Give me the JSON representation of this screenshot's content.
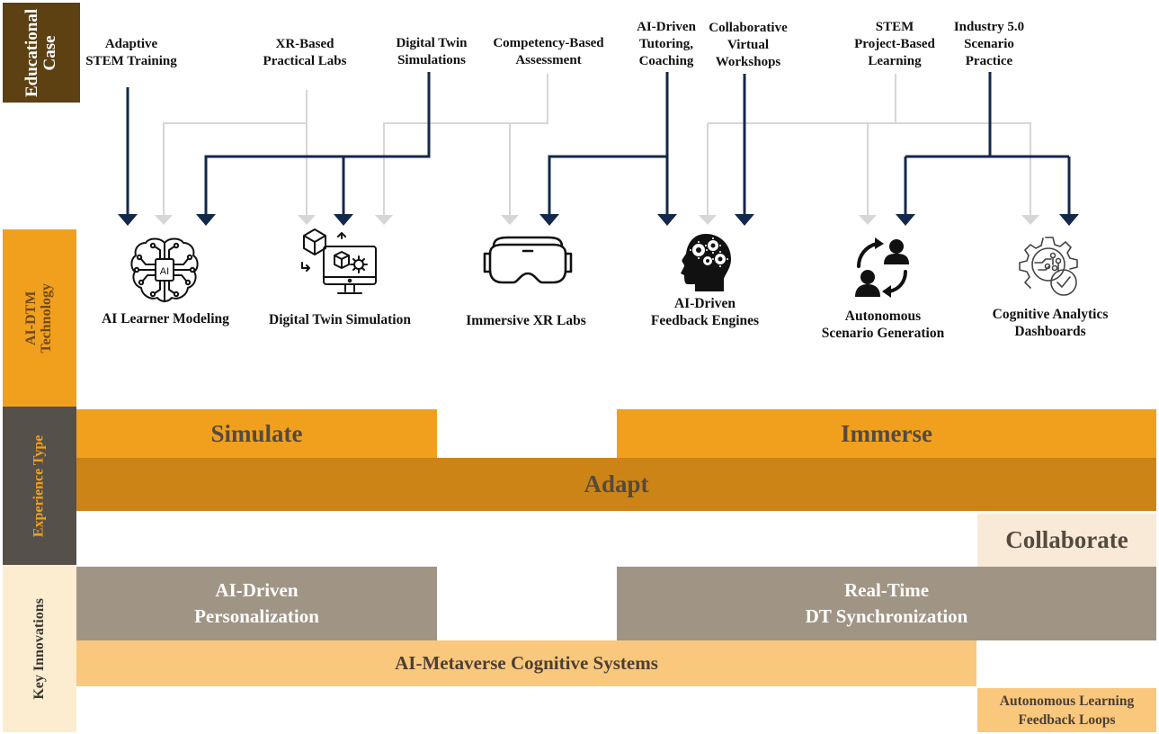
{
  "row_labels": {
    "educational_case": "Educational\nCase",
    "technology": "AI-DTM\nTechnology",
    "experience_type": "Experience Type",
    "key_innovations": "Key Innovations"
  },
  "educational_cases": [
    {
      "label": "Adaptive\nSTEM Training"
    },
    {
      "label": "XR-Based\nPractical Labs"
    },
    {
      "label": "Digital Twin\nSimulations"
    },
    {
      "label": "Competency-Based\nAssessment"
    },
    {
      "label": "AI-Driven\nTutoring,\nCoaching"
    },
    {
      "label": "Collaborative\nVirtual\nWorkshops"
    },
    {
      "label": "STEM\nProject-Based\nLearning"
    },
    {
      "label": "Industry 5.0\nScenario\nPractice"
    }
  ],
  "technologies": [
    {
      "label": "AI Learner Modeling",
      "icon": "ai-brain-icon"
    },
    {
      "label": "Digital Twin Simulation",
      "icon": "digital-twin-monitor-icon"
    },
    {
      "label": "Immersive XR Labs",
      "icon": "vr-headset-icon"
    },
    {
      "label": "AI-Driven\nFeedback Engines",
      "icon": "head-gears-icon"
    },
    {
      "label": "Autonomous\nScenario Generation",
      "icon": "people-cycle-icon"
    },
    {
      "label": "Cognitive Analytics\nDashboards",
      "icon": "gear-check-icon"
    }
  ],
  "mappings": {
    "dark": [
      {
        "from": "Adaptive STEM Training",
        "to": [
          "AI Learner Modeling"
        ]
      },
      {
        "from": "Digital Twin Simulations",
        "to": [
          "AI Learner Modeling",
          "Digital Twin Simulation"
        ]
      },
      {
        "from": "AI-Driven Tutoring, Coaching",
        "to": [
          "Immersive XR Labs",
          "AI-Driven Feedback Engines"
        ]
      },
      {
        "from": "Collaborative Virtual Workshops",
        "to": [
          "AI-Driven Feedback Engines"
        ]
      },
      {
        "from": "Industry 5.0 Scenario Practice",
        "to": [
          "Autonomous Scenario Generation",
          "Cognitive Analytics Dashboards"
        ]
      }
    ],
    "light": [
      {
        "from": "XR-Based Practical Labs",
        "to": [
          "AI Learner Modeling",
          "Digital Twin Simulation"
        ]
      },
      {
        "from": "Competency-Based Assessment",
        "to": [
          "Digital Twin Simulation",
          "Immersive XR Labs"
        ]
      },
      {
        "from": "STEM Project-Based Learning",
        "to": [
          "AI-Driven Feedback Engines",
          "Autonomous Scenario Generation",
          "Cognitive Analytics Dashboards"
        ]
      }
    ]
  },
  "experience_types": {
    "simulate": "Simulate",
    "immerse": "Immerse",
    "adapt": "Adapt",
    "collaborate": "Collaborate"
  },
  "key_innovations": {
    "ai_driven_personalization": "AI-Driven\nPersonalization",
    "realtime_dt_sync": "Real-Time\nDT Synchronization",
    "ai_metaverse_cognitive": "AI-Metaverse Cognitive Systems",
    "autonomous_learning_loops": "Autonomous Learning\nFeedback Loops"
  },
  "colors": {
    "dark_arrow": "#13284a",
    "light_arrow": "#d6d6d6",
    "orange": "#f1a01e",
    "dark_orange": "#cc8416",
    "taupe": "#a09484",
    "peach": "#f9c87d",
    "cream": "#f8ead6",
    "brown": "#5e4113",
    "charcoal": "#56504a"
  }
}
